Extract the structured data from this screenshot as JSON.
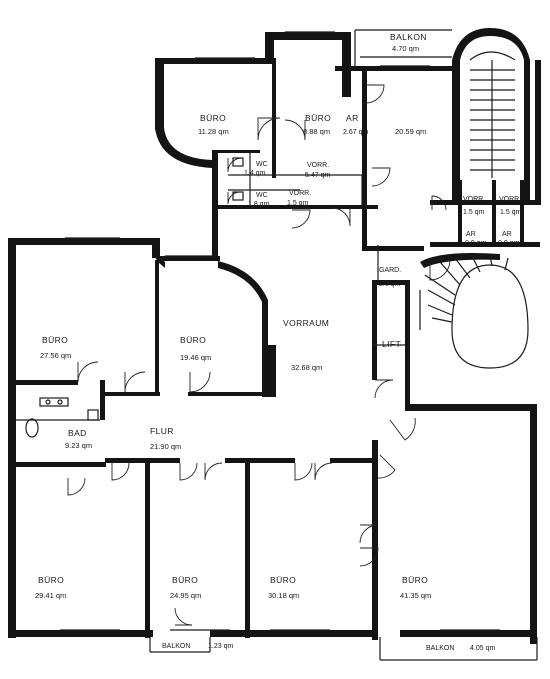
{
  "rooms": {
    "buero_top_left": {
      "name": "BÜRO",
      "area": "11.28 qm"
    },
    "buero_top_mid": {
      "name": "BÜRO",
      "area": "8.88 qm"
    },
    "ar_top": {
      "name": "AR",
      "area": "2.67 qm"
    },
    "room_top_right": {
      "area": "20.59 qm"
    },
    "balkon_top": {
      "name": "BALKON",
      "area": "4.70 qm"
    },
    "wc_1": {
      "name": "WC",
      "area": "1.4 qm"
    },
    "wc_2": {
      "name": "WC",
      "area": "1.8 qm"
    },
    "vorr_1": {
      "name": "VORR.",
      "area": "5.47 qm"
    },
    "vorr_2": {
      "name": "VORR.",
      "area": "1.5 qm"
    },
    "vorr_3": {
      "name": "VORR.",
      "area": "1.5 qm"
    },
    "vorr_4": {
      "name": "VORR.",
      "area": "1.5 qm"
    },
    "ar_2": {
      "name": "AR",
      "area": "0.9 qm"
    },
    "ar_3": {
      "name": "AR",
      "area": "0.9 qm"
    },
    "gard": {
      "name": "GARD.",
      "area": "2.6 qm"
    },
    "lift": {
      "name": "LIFT"
    },
    "vorraum": {
      "name": "VORRAUM",
      "area": "32.68 qm"
    },
    "buero_mid_left": {
      "name": "BÜRO",
      "area": "27.56 qm"
    },
    "buero_mid": {
      "name": "BÜRO",
      "area": "19.46 qm"
    },
    "bad": {
      "name": "BAD",
      "area": "9.23 qm"
    },
    "flur": {
      "name": "FLUR",
      "area": "21.90 qm"
    },
    "buero_bot_1": {
      "name": "BÜRO",
      "area": "29.41 qm"
    },
    "buero_bot_2": {
      "name": "BÜRO",
      "area": "24.95 qm"
    },
    "buero_bot_3": {
      "name": "BÜRO",
      "area": "30.18 qm"
    },
    "buero_bot_4": {
      "name": "BÜRO",
      "area": "41.35 qm"
    },
    "balkon_bot_1": {
      "name": "BALKON",
      "area": "1.23 qm"
    },
    "balkon_bot_2": {
      "name": "BALKON",
      "area": "4.05 qm"
    }
  },
  "colors": {
    "ink": "#141414",
    "paper": "#ffffff"
  }
}
